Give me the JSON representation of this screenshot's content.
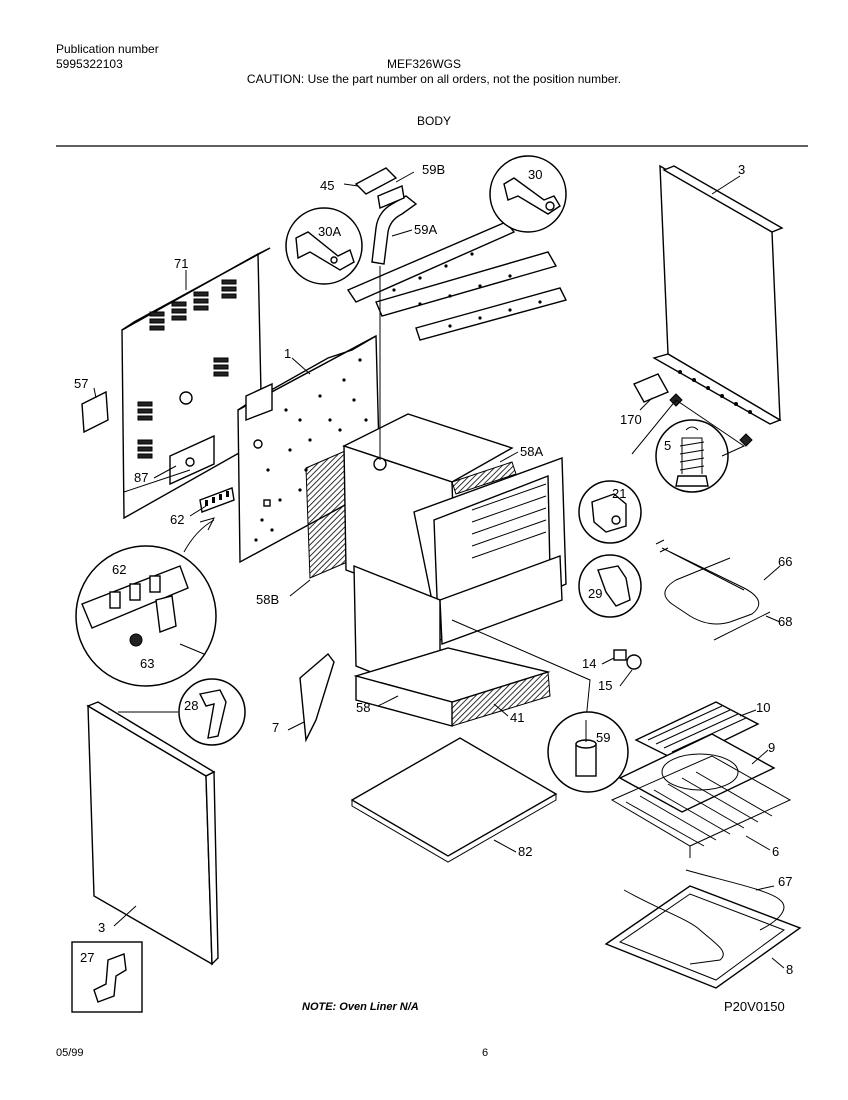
{
  "header": {
    "publication_label": "Publication number",
    "publication_number": "5995322103",
    "model": "MEF326WGS",
    "caution": "CAUTION:  Use the part number on all orders, not the position number.",
    "section_title": "BODY"
  },
  "labels": {
    "p45": "45",
    "p59B": "59B",
    "p30": "30",
    "p30A": "30A",
    "p59A": "59A",
    "p3_top": "3",
    "p71": "71",
    "p1": "1",
    "p57": "57",
    "p170": "170",
    "p5": "5",
    "p87": "87",
    "p58A": "58A",
    "p21": "21",
    "p62_small": "62",
    "p62_circle": "62",
    "p58B": "58B",
    "p29": "29",
    "p66": "66",
    "p68": "68",
    "p63": "63",
    "p14": "14",
    "p15": "15",
    "p28": "28",
    "p7": "7",
    "p58": "58",
    "p41": "41",
    "p10": "10",
    "p59": "59",
    "p9": "9",
    "p6": "6",
    "p82": "82",
    "p67": "67",
    "p3_bottom": "3",
    "p27": "27",
    "p8": "8"
  },
  "footer": {
    "note": "NOTE:  Oven Liner N/A",
    "diagram_code": "P20V0150",
    "date": "05/99",
    "page": "6"
  }
}
